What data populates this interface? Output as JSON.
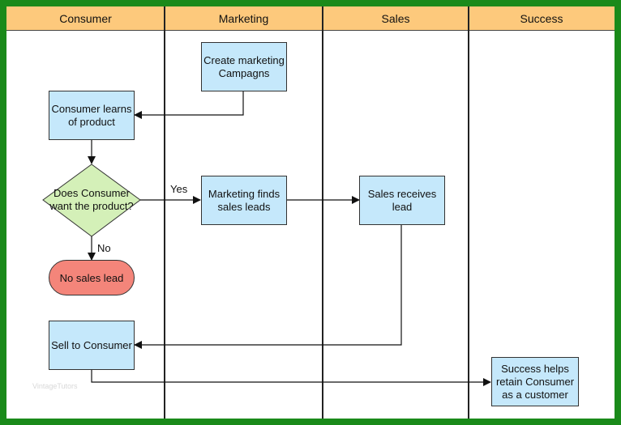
{
  "lanes": [
    {
      "name": "Consumer"
    },
    {
      "name": "Marketing"
    },
    {
      "name": "Sales"
    },
    {
      "name": "Success"
    }
  ],
  "nodes": {
    "create_marketing": "Create marketing\nCampagns",
    "consumer_learns": "Consumer learns\nof product",
    "decision": "Does Consumer\nwant the product?",
    "marketing_finds": "Marketing finds\nsales leads",
    "sales_receives": "Sales receives\nlead",
    "no_sales_lead": "No sales lead",
    "sell_to_consumer": "Sell to Consumer",
    "success_helps": "Success helps\nretain Consumer\nas a customer"
  },
  "edge_labels": {
    "yes": "Yes",
    "no": "No"
  },
  "watermark": "VintageTutors",
  "colors": {
    "frame_border": "#1a8a1a",
    "header_fill": "#fdc97c",
    "process_fill": "#c5e8fb",
    "decision_fill": "#d4f0b8",
    "terminal_fill": "#f4857a"
  }
}
